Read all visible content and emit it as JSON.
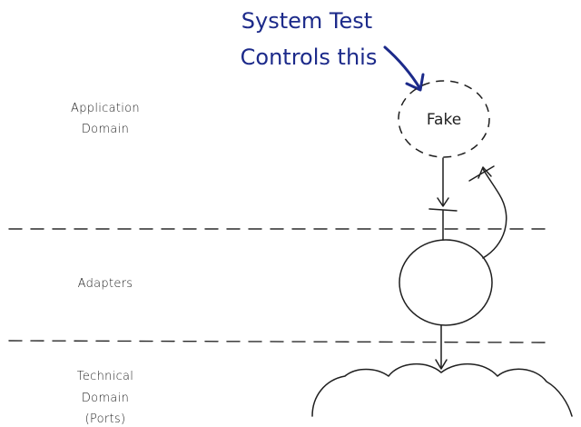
{
  "diagram": {
    "labels": {
      "application_domain_line1": "Application",
      "application_domain_line2": "Domain",
      "adapters": "Adapters",
      "technical_domain_line1": "Technical",
      "technical_domain_line2": "Domain",
      "technical_domain_line3": "(Ports)",
      "fake": "Fake",
      "annotation_line1": "System Test",
      "annotation_line2": "Controls this"
    },
    "colors": {
      "ink": "#1f1f1f",
      "annotation_ink": "#1c2a8a",
      "background": "#ffffff"
    }
  }
}
